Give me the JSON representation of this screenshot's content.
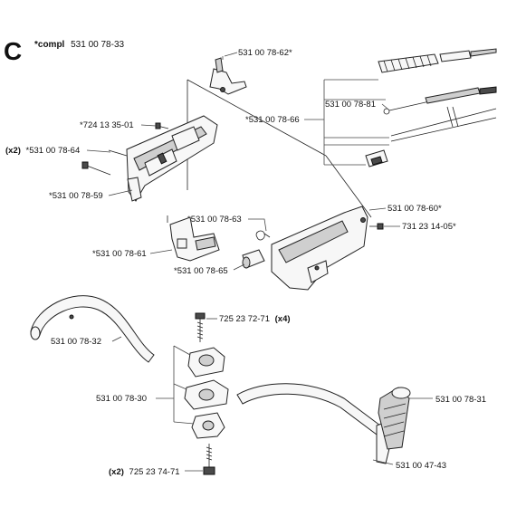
{
  "section_letter": "C",
  "title": {
    "prefix": "*compl",
    "number": "531 00 78-33"
  },
  "labels": {
    "p62": "531 00 78-62*",
    "p81": "531 00 78-81",
    "p66": "*531 00 78-66",
    "p01": "*724 13 35-01",
    "p64_qty": "(x2)",
    "p64": "*531 00 78-64",
    "p59": "*531 00 78-59",
    "p60": "531 00 78-60*",
    "p63": "*531 00 78-63",
    "p05": "731 23 14-05*",
    "p61": "*531 00 78-61",
    "p65": "*531 00 78-65",
    "p32": "531 00 78-32",
    "p71": "725 23 72-71",
    "p71_qty": "(x4)",
    "p30": "531 00 78-30",
    "p31": "531 00 78-31",
    "p43": "531 00 47-43",
    "p74_qty": "(x2)",
    "p74": "725 23 74-71"
  }
}
